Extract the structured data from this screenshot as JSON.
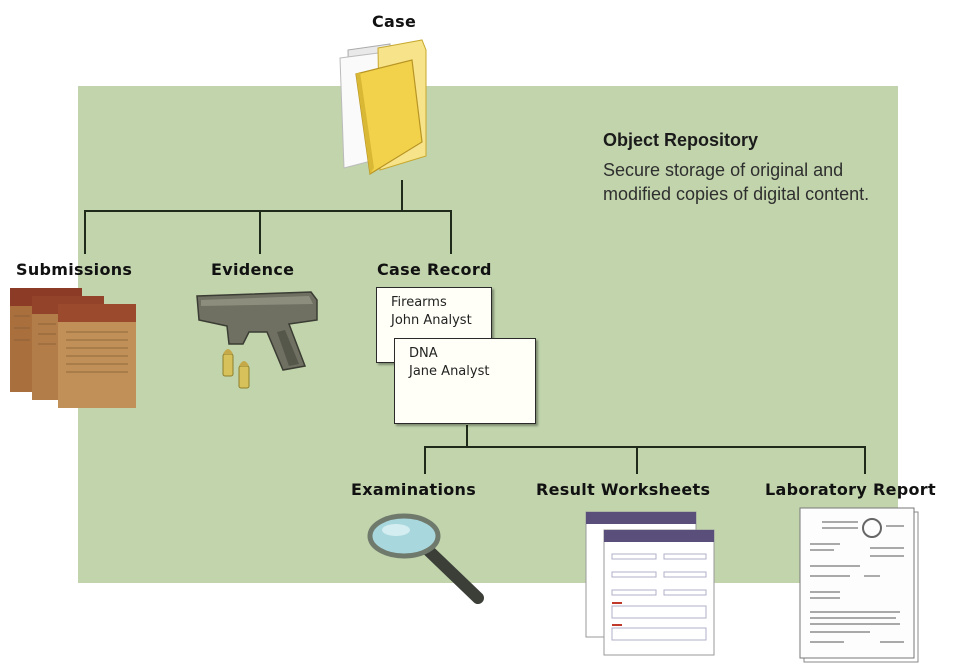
{
  "nodes": {
    "case": "Case",
    "submissions": "Submissions",
    "evidence": "Evidence",
    "case_record": "Case Record",
    "examinations": "Examinations",
    "result_worksheets": "Result Worksheets",
    "laboratory_report": "Laboratory Report"
  },
  "repository": {
    "title": "Object Repository",
    "description": "Secure storage of original and modified copies of digital content."
  },
  "case_records": [
    {
      "discipline": "Firearms",
      "analyst": "John Analyst"
    },
    {
      "discipline": "DNA",
      "analyst": "Jane Analyst"
    }
  ],
  "colors": {
    "repository_fill": "#9bba79",
    "connector": "#1f2a1a",
    "folder": "#f2d24a",
    "envelope": "#b5874f",
    "worksheet_header": "#5a4e7a"
  },
  "icons": [
    "folder-icon",
    "evidence-bags-icon",
    "pistol-icon",
    "bullets-icon",
    "magnifier-icon",
    "worksheet-icon",
    "report-icon"
  ]
}
